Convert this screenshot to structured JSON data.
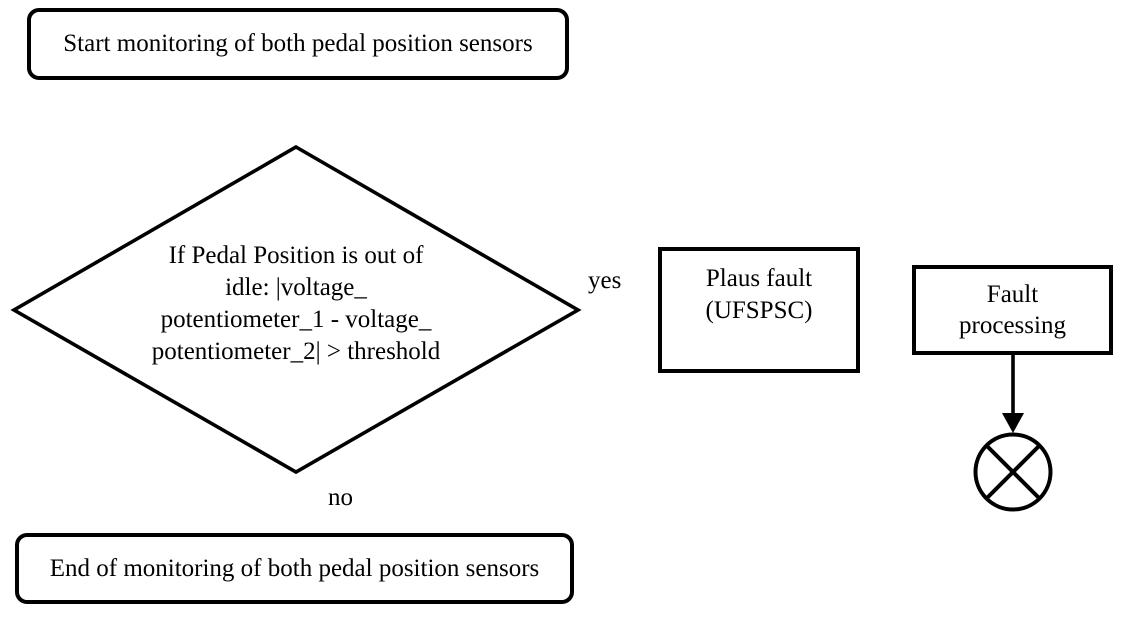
{
  "diagram": {
    "background_color": "#ffffff",
    "line_color": "#000000",
    "nodes": {
      "start": {
        "type": "terminator",
        "label": "Start monitoring of both pedal position sensors"
      },
      "decision": {
        "type": "decision-diamond",
        "lines": [
          "If Pedal Position is out of",
          "idle: |voltage_",
          "potentiometer_1 - voltage_",
          "potentiometer_2| > threshold"
        ]
      },
      "plaus_fault": {
        "type": "process",
        "lines": [
          "Plaus fault",
          "(UFSPSC)"
        ]
      },
      "fault_processing": {
        "type": "process",
        "lines": [
          "Fault",
          "processing"
        ]
      },
      "end": {
        "type": "terminator",
        "label": "End of monitoring of both pedal position sensors"
      },
      "connector": {
        "type": "crossed-circle"
      }
    },
    "edges": {
      "yes_label": "yes",
      "no_label": "no"
    }
  }
}
